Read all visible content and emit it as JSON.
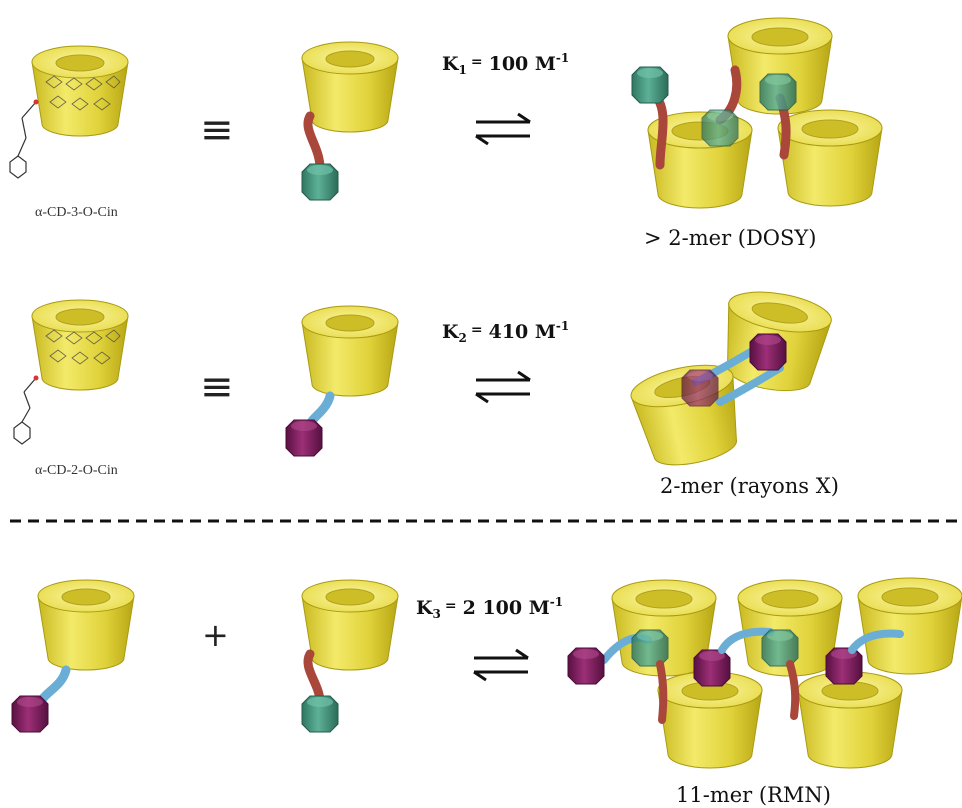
{
  "rows": [
    {
      "molecule_label": "α-CD-3-O-Cin",
      "equiv_symbol": "≡",
      "k_name": "K",
      "k_sub": "1",
      "k_value": "100 M",
      "k_exp": "-1",
      "result_label": "> 2-mer (DOSY)"
    },
    {
      "molecule_label": "α-CD-2-O-Cin",
      "equiv_symbol": "≡",
      "k_name": "K",
      "k_sub": "2",
      "k_value": "410 M",
      "k_exp": "-1",
      "result_label": "2-mer (rayons X)"
    },
    {
      "plus_symbol": "+",
      "k_name": "K",
      "k_sub": "3",
      "k_value": "2 100 M",
      "k_exp": "-1",
      "result_label": "11-mer (RMN)"
    }
  ],
  "colors": {
    "cd_yellow": "#e6d93a",
    "linker_red": "#a8473a",
    "linker_blue": "#6aaed6",
    "cap_green": "#3f8f77",
    "cap_purple": "#7a1d5a"
  }
}
